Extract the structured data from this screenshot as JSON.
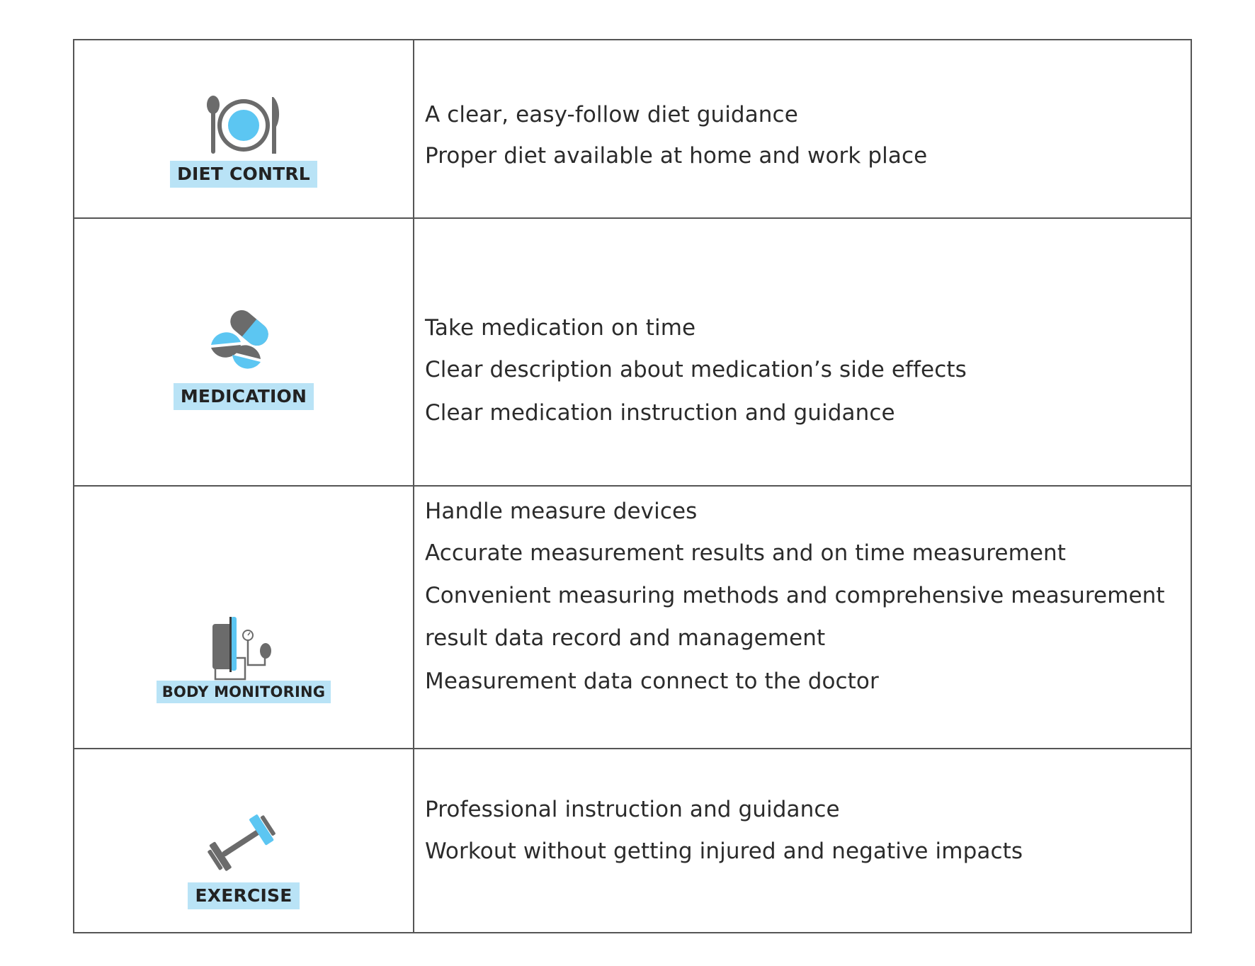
{
  "rows": [
    {
      "label": "DIET CONTRL",
      "icon": "diet-plate-icon",
      "lines": [
        "A clear,  easy-follow diet guidance",
        "Proper diet available at home and work place"
      ]
    },
    {
      "label": "MEDICATION",
      "icon": "medication-pills-icon",
      "lines": [
        "Take medication on time",
        "Clear description about medication’s side effects",
        "Clear medication instruction and guidance"
      ]
    },
    {
      "label": "BODY MONITORING",
      "icon": "blood-pressure-monitor-icon",
      "lines": [
        "Handle measure devices",
        "Accurate measurement results and on time measurement",
        "Convenient measuring methods and comprehensive measurement",
        "result data record and management",
        "Measurement data connect to the doctor"
      ]
    },
    {
      "label": "EXERCISE",
      "icon": "dumbbell-icon",
      "lines": [
        "Professional instruction and guidance",
        "Workout without getting injured and negative impacts"
      ]
    }
  ],
  "colors": {
    "accent": "#5cc6f2",
    "label_bg": "#b9e3f6",
    "icon_gray": "#6b6b6b",
    "border": "#555555"
  }
}
